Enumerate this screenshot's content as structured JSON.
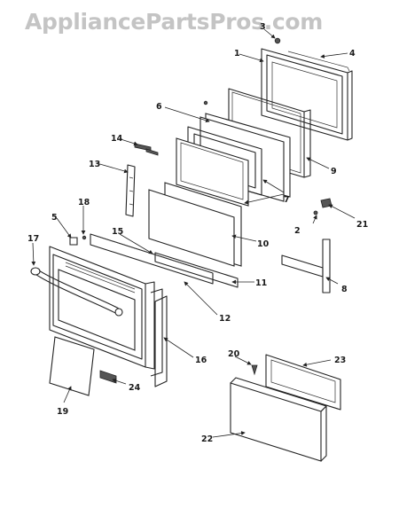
{
  "watermark": "AppliancePartsPros.com",
  "callouts": {
    "c1": "1",
    "c2": "2",
    "c3": "3",
    "c4": "4",
    "c5": "5",
    "c6": "6",
    "c7": "7",
    "c8": "8",
    "c9": "9",
    "c10": "10",
    "c11": "11",
    "c12": "12",
    "c13": "13",
    "c14": "14",
    "c15": "15",
    "c16": "16",
    "c17": "17",
    "c18": "18",
    "c19": "19",
    "c20": "20",
    "c21": "21",
    "c22": "22",
    "c23": "23",
    "c24": "24"
  },
  "colors": {
    "watermark": "#c4c4c4",
    "line": "#222222"
  }
}
